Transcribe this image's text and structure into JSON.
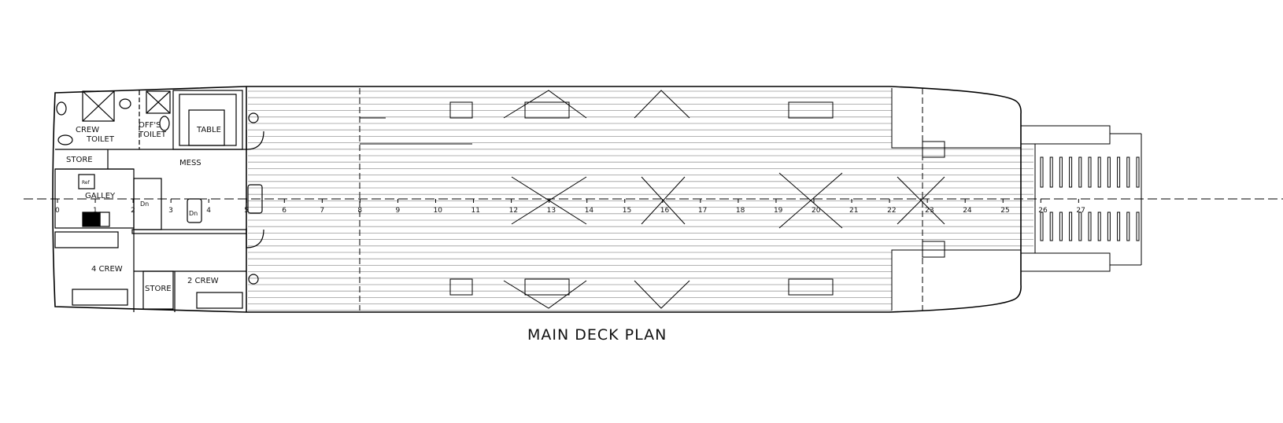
{
  "title": "MAIN DECK PLAN",
  "rooms": {
    "crew_toilet_1": "CREW",
    "crew_toilet_2": "TOILET",
    "offs_toilet_1": "OFF'S",
    "offs_toilet_2": "TOILET",
    "table": "TABLE",
    "store_upper": "STORE",
    "mess": "MESS",
    "galley": "GALLEY",
    "ref": "Ref",
    "crew4": "4 CREW",
    "store_lower": "STORE",
    "crew2": "2 CREW",
    "stair_dn": "Dn",
    "stair_dn2": "Dn"
  },
  "frames": [
    "0",
    "1",
    "2",
    "3",
    "4",
    "5",
    "6",
    "7",
    "8",
    "9",
    "10",
    "11",
    "12",
    "13",
    "14",
    "15",
    "16",
    "17",
    "18",
    "19",
    "20",
    "21",
    "22",
    "23",
    "24",
    "25",
    "26",
    "27"
  ]
}
